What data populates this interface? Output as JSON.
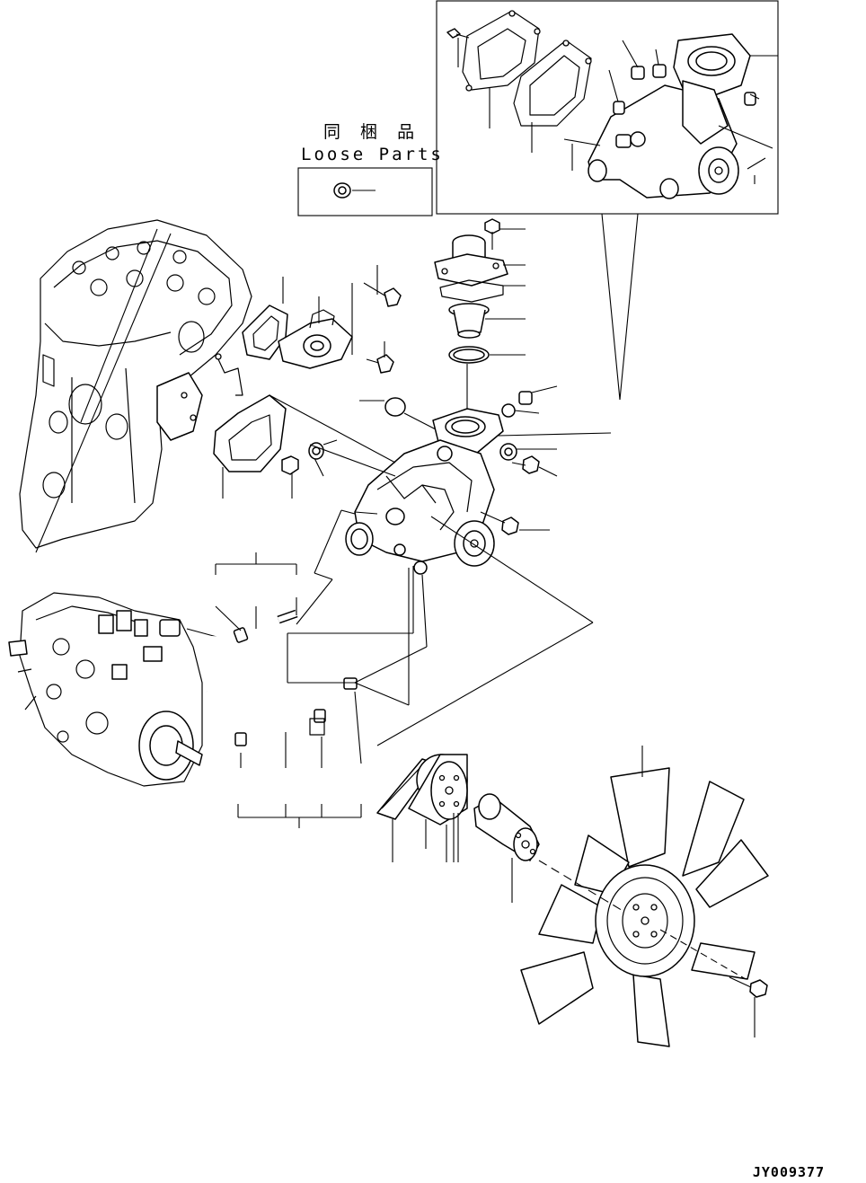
{
  "drawing": {
    "loose_parts_jp": "同 梱 品",
    "loose_parts_en": "Loose Parts",
    "drawing_code": "JY009377"
  },
  "icons": {
    "engine_block": "engine-block-icon",
    "injection_pump": "injection-pump-icon",
    "water_pump": "water-pump-icon",
    "thermostat": "thermostat-icon",
    "fan": "fan-icon",
    "pulley": "pulley-icon",
    "spacer": "spacer-icon",
    "hose": "hose-icon",
    "bolt": "bolt-icon",
    "gasket": "gasket-icon"
  }
}
